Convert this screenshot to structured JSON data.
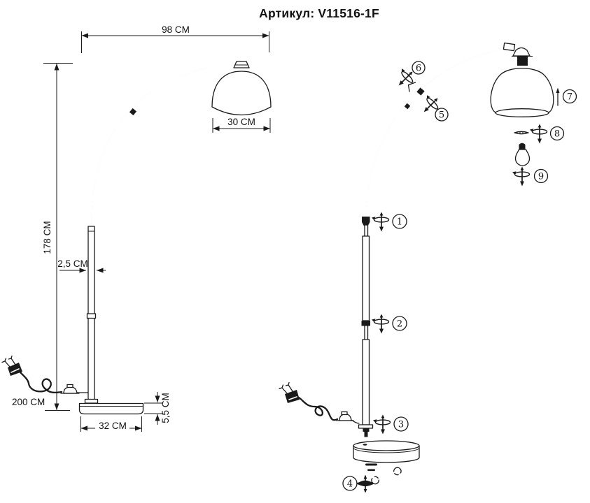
{
  "title": "Артикул: V11516-1F",
  "colors": {
    "ink": "#1a1a1a",
    "background": "#ffffff"
  },
  "left_diagram": {
    "label": "dimension-drawing",
    "dims": {
      "arc_span": "98 CM",
      "shade_width": "30 CM",
      "height": "178 CM",
      "pole_diameter": "2,5 CM",
      "cord_length": "200 CM",
      "base_width": "32 CM",
      "base_height": "5,5 CM"
    }
  },
  "right_diagram": {
    "label": "assembly-exploded-view",
    "parts": [
      {
        "number": "1",
        "icon": "screw-rotate-icon"
      },
      {
        "number": "2",
        "icon": "screw-rotate-icon"
      },
      {
        "number": "3",
        "icon": "screw-rotate-icon"
      },
      {
        "number": "4",
        "icon": "wing-bolt-wrench-icon"
      },
      {
        "number": "5",
        "icon": "screw-rotate-icon"
      },
      {
        "number": "6",
        "icon": "screw-rotate-icon"
      },
      {
        "number": "7",
        "icon": "pin-icon"
      },
      {
        "number": "8",
        "icon": "washer-screw-icon"
      },
      {
        "number": "9",
        "icon": "screw-rotate-icon"
      }
    ]
  }
}
